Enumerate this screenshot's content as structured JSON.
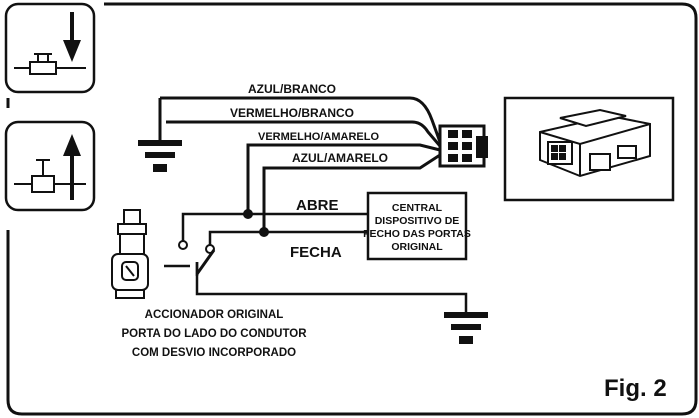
{
  "wires": {
    "azul_branco": "AZUL/BRANCO",
    "vermelho_branco": "VERMELHO/BRANCO",
    "vermelho_amarelo": "VERMELHO/AMARELO",
    "azul_amarelo": "AZUL/AMARELO"
  },
  "switch": {
    "abre": "ABRE",
    "fecha": "FECHA"
  },
  "central": {
    "line1": "CENTRAL",
    "line2": "DISPOSITIVO DE",
    "line3": "FECHO DAS PORTAS",
    "line4": "ORIGINAL"
  },
  "actuator": {
    "line1": "ACCIONADOR ORIGINAL",
    "line2": "PORTA DO LADO DO CONDUTOR",
    "line3": "COM DESVIO INCORPORADO"
  },
  "figure_label": "Fig. 2",
  "icons": {
    "down": "arrow-down-lock-icon",
    "up": "arrow-up-lock-icon"
  }
}
